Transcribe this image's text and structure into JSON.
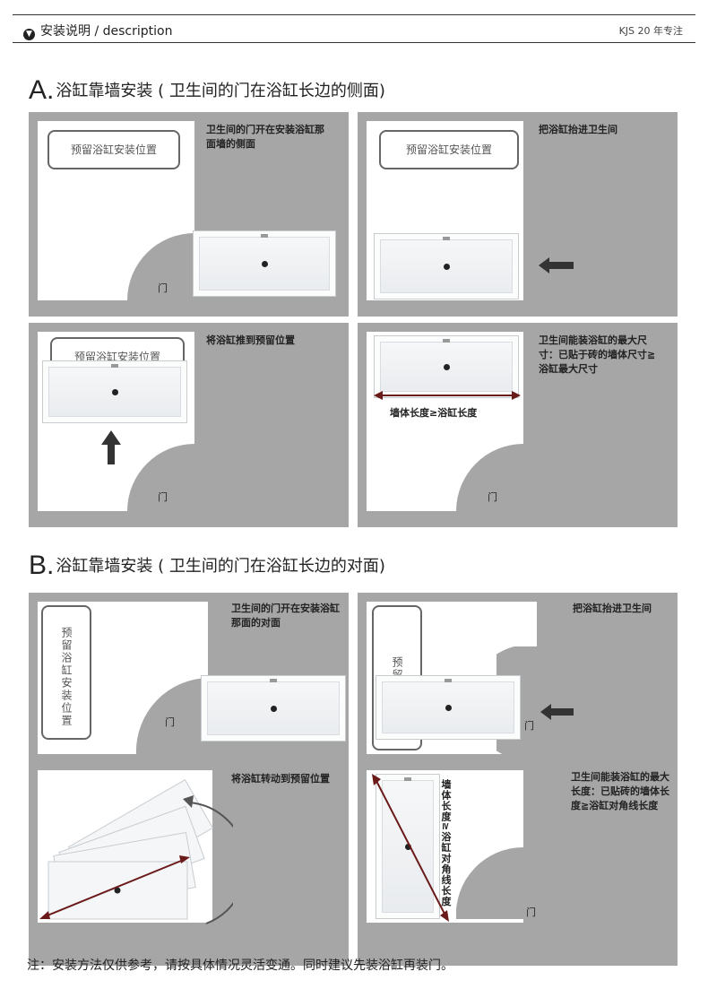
{
  "header": {
    "title": "安装说明 / description",
    "brand_note": "KJS 20 年专注"
  },
  "section_a": {
    "letter": "A.",
    "title": "浴缸靠墙安装 ( 卫生间的门在浴缸长边的侧面)",
    "panels": [
      {
        "caption": "卫生间的门开在安装浴缸那面墙的侧面",
        "box_label": "预留浴缸安装位置",
        "door": "门"
      },
      {
        "caption": "把浴缸抬进卫生间",
        "box_label": "预留浴缸安装位置"
      },
      {
        "caption": "将浴缸推到预留位置",
        "box_label": "预留浴缸安装位置",
        "door": "门"
      },
      {
        "caption": "卫生间能装浴缸的最大尺寸：已贴于砖的墙体尺寸≧浴缸最大尺寸",
        "measure": "墙体长度≥浴缸长度",
        "door": "门"
      }
    ]
  },
  "section_b": {
    "letter": "B.",
    "title": "浴缸靠墙安装 ( 卫生间的门在浴缸长边的对面)",
    "panels": [
      {
        "caption": "卫生间的门开在安装浴缸那面的对面",
        "box_label": "预留浴缸安装位置",
        "door": "门"
      },
      {
        "caption": "把浴缸抬进卫生间",
        "box_label": "预留浴缸",
        "door": "门"
      },
      {
        "caption": "将浴缸转动到预留位置"
      },
      {
        "caption": "卫生间能装浴缸的最大长度：已贴砖的墙体长度≧浴缸对角线长度",
        "measure": "墙体长度≥浴缸对角线长度",
        "door": "门"
      }
    ]
  },
  "note": "注：安装方法仅供参考，请按具体情况灵活变通。同时建议先装浴缸再装门。",
  "colors": {
    "panel": "#a6a6a6",
    "arrow": "#333333",
    "measure_line": "#6b1a1a"
  }
}
